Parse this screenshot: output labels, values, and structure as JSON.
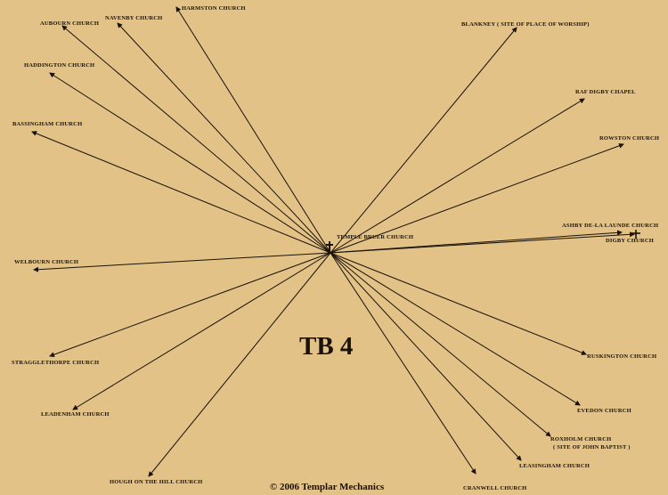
{
  "title": "TB 4",
  "copyright": "© 2006 Templar Mechanics",
  "center": {
    "name": "TEMPLE BRUER CHURCH"
  },
  "colors": {
    "background": "#e2c287",
    "ink": "#1a1208"
  },
  "destinations": [
    {
      "id": "harmston",
      "label": "HARMSTON CHURCH"
    },
    {
      "id": "navenby",
      "label": "NAVENBY CHURCH"
    },
    {
      "id": "aubourn",
      "label": "AUBOURN CHURCH"
    },
    {
      "id": "haddington",
      "label": "HADDINGTON CHURCH"
    },
    {
      "id": "bassingham",
      "label": "BASSINGHAM CHURCH"
    },
    {
      "id": "welbourn",
      "label": "WELBOURN CHURCH"
    },
    {
      "id": "stragglethorpe",
      "label": "STRAGGLETHORPE CHURCH"
    },
    {
      "id": "leadenham",
      "label": "LEADENHAM CHURCH"
    },
    {
      "id": "hough",
      "label": "HOUGH ON THE HILL CHURCH"
    },
    {
      "id": "cranwell",
      "label": "CRANWELL CHURCH"
    },
    {
      "id": "leasingham",
      "label": "LEASINGHAM CHURCH"
    },
    {
      "id": "roxholm",
      "label": "ROXHOLM CHURCH",
      "sublabel": "( SITE OF JOHN BAPTIST )"
    },
    {
      "id": "evedon",
      "label": "EVEDON CHURCH"
    },
    {
      "id": "ruskington",
      "label": "RUSKINGTON CHURCH"
    },
    {
      "id": "ashby",
      "label": "ASHBY DE-LA LAUNDE CHURCH"
    },
    {
      "id": "digby",
      "label": "DIGBY CHURCH"
    },
    {
      "id": "rowston",
      "label": "ROWSTON CHURCH"
    },
    {
      "id": "rafdigby",
      "label": "RAF DIGBY CHAPEL"
    },
    {
      "id": "blankney",
      "label": "BLANKNEY ( SITE OF PLACE OF WORSHIP)"
    }
  ]
}
